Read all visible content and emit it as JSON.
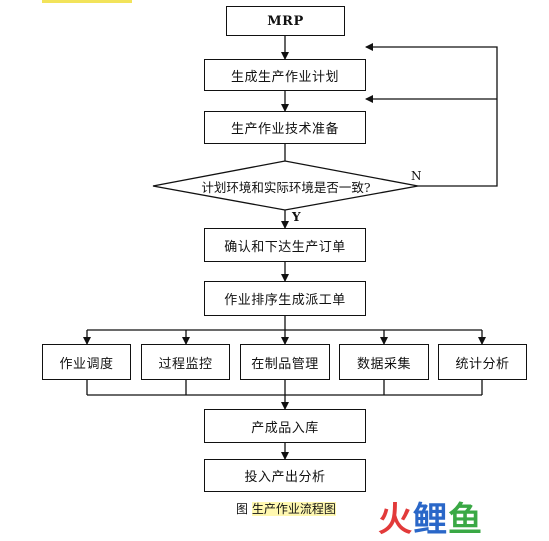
{
  "flowchart": {
    "nodes": {
      "mrp": "MRP",
      "plan": "生成生产作业计划",
      "tech": "生产作业技术准备",
      "decision": "计划环境和实际环境是否一致?",
      "confirm": "确认和下达生产订单",
      "dispatch": "作业排序生成派工单",
      "sched": "作业调度",
      "monitor": "过程监控",
      "wip": "在制品管理",
      "data": "数据采集",
      "stats": "统计分析",
      "store": "产成品入库",
      "analysis": "投入产出分析"
    },
    "edge_labels": {
      "no": "N",
      "yes": "Y"
    },
    "caption": {
      "prefix": "图",
      "title": "生产作业流程图"
    }
  },
  "watermark": {
    "part1": "火",
    "part2": "鲤",
    "part3": "鱼"
  }
}
